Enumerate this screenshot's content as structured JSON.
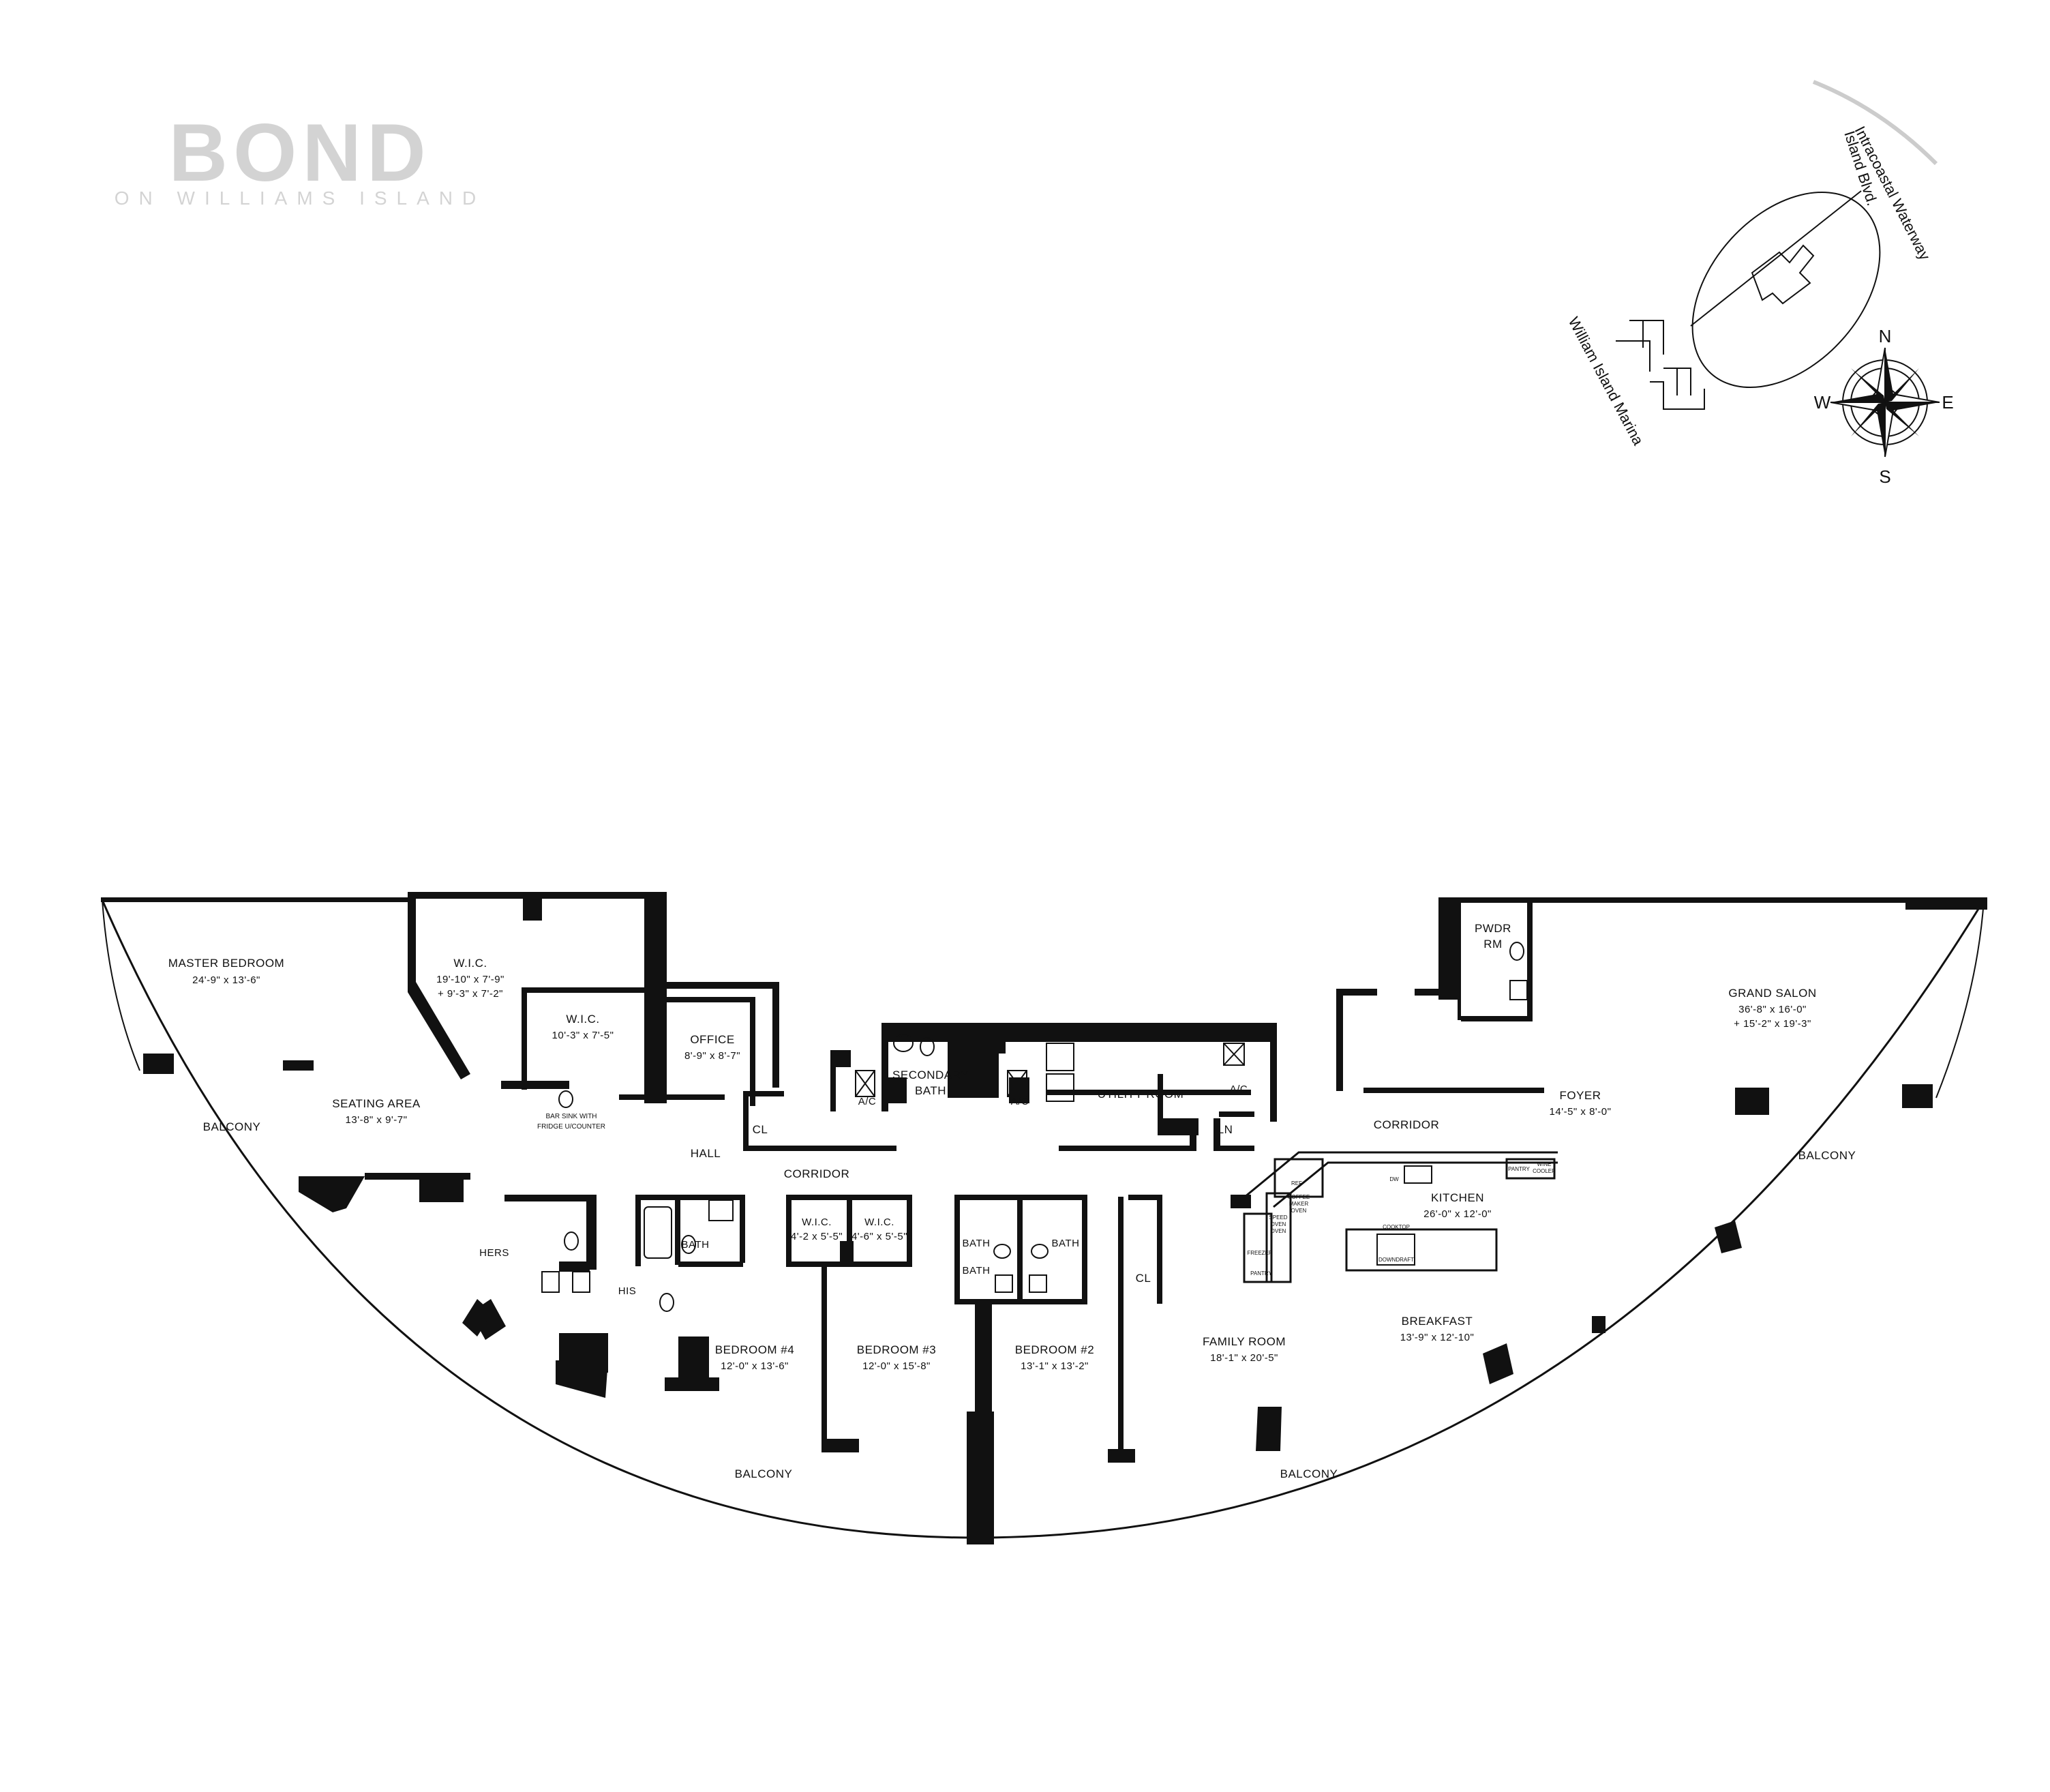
{
  "logo": {
    "brand_text": "BOND",
    "location_text": "ON WILLIAMS ISLAND"
  },
  "site_map": {
    "labels": [
      "Intracoastal Waterway",
      "Island Blvd.",
      "William Island Marina"
    ]
  },
  "compass": {
    "north": "N",
    "south": "S",
    "east": "E",
    "west": "W"
  },
  "rooms": [
    {
      "name": "MASTER BEDROOM",
      "dims": "24'-9\" x 13'-6\""
    },
    {
      "name": "W.I.C.",
      "dims": "19'-10\" x 7'-9\"",
      "dims2": "+ 9'-3\" x 7'-2\""
    },
    {
      "name": "W.I.C.",
      "dims": "10'-3\" x 7'-5\""
    },
    {
      "name": "OFFICE",
      "dims": "8'-9\" x 8'-7\""
    },
    {
      "name": "SECONDARY",
      "dims": "BATH"
    },
    {
      "name": "UTILITY ROOM",
      "dims": ""
    },
    {
      "name": "PWDR",
      "dims": "RM"
    },
    {
      "name": "GRAND SALON",
      "dims": "36'-8\" x 16'-0\"",
      "dims2": "+ 15'-2\" x 19'-3\""
    },
    {
      "name": "FOYER",
      "dims": "14'-5\" x 8'-0\""
    },
    {
      "name": "SEATING AREA",
      "dims": "13'-8\" x 9'-7\""
    },
    {
      "name": "KITCHEN",
      "dims": "26'-0\" x 12'-0\""
    },
    {
      "name": "BREAKFAST",
      "dims": "13'-9\" x 12'-10\""
    },
    {
      "name": "FAMILY ROOM",
      "dims": "18'-1\" x 20'-5\""
    },
    {
      "name": "BEDROOM #2",
      "dims": "13'-1\" x 13'-2\""
    },
    {
      "name": "BEDROOM #3",
      "dims": "12'-0\" x 15'-8\""
    },
    {
      "name": "BEDROOM #4",
      "dims": "12'-0\" x 13'-6\""
    },
    {
      "name": "W.I.C.",
      "dims": "4'-2 x 5'-5\""
    },
    {
      "name": "W.I.C.",
      "dims": "4'-6\" x 5'-5\""
    }
  ],
  "misc_labels": {
    "balcony": "BALCONY",
    "corridor": "CORRIDOR",
    "hall": "HALL",
    "cl": "CL",
    "ln": "LN",
    "ac": "A/C",
    "bath": "BATH",
    "hers": "HERS",
    "his": "HIS",
    "bar_sink_1": "BAR SINK WITH",
    "bar_sink_2": "FRIDGE U/COUNTER",
    "dw": "DW",
    "ref": "REF",
    "coffee_1": "COFFEE",
    "coffee_2": "MAKER",
    "coffee_3": "OVEN",
    "speed_1": "SPEED",
    "speed_2": "OVEN",
    "speed_3": "OVEN",
    "freezer": "FREEZER",
    "pantry": "PANTRY",
    "wine_1": "WINE",
    "wine_2": "COOLER",
    "cooktop": "COOKTOP",
    "downdraft": "DOWNDRAFT"
  }
}
